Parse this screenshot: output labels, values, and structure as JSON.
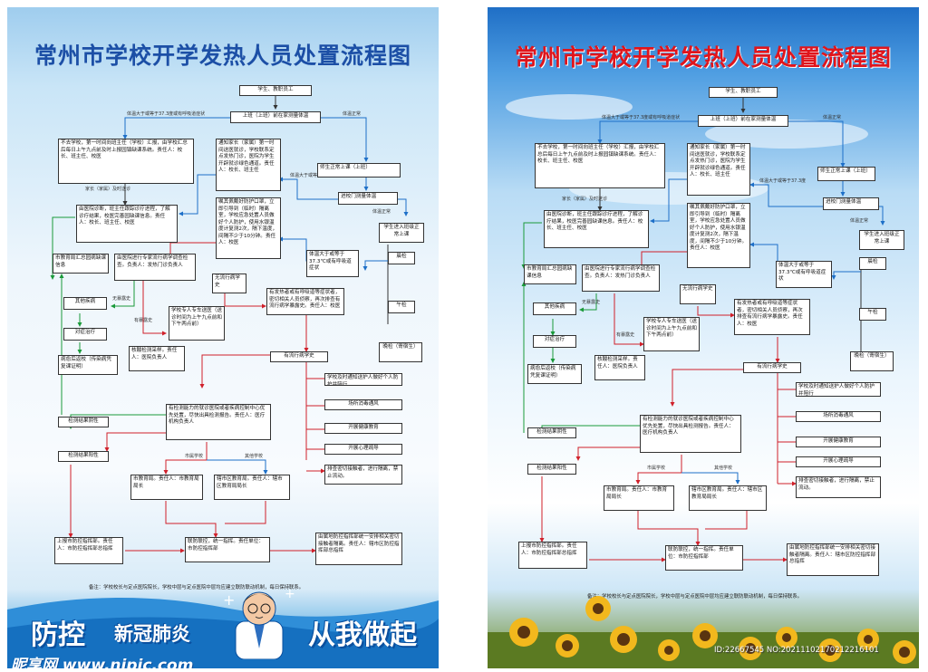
{
  "title": "常州市学校开学发热人员处置流程图",
  "boxes": {
    "start": "学生、教职员工",
    "school": "上班（上班）前在家测量体温",
    "notify": "不去学校，第一时间向班主任（学校）汇报，由学校汇总后每日上午九点前及时上报园镇缺课系统。责任人：校长、班主任、校医",
    "parent": "通知家长（家属）第一时间送医就诊，学校联系定点发热门诊，医院为学生开辟就诊绿色通道。责任人：校长、班主任",
    "normal": "师生正常上课（上班）",
    "gate": "进校门测量体温",
    "enter": "学生进入班级正常上课",
    "hospital": "由医院诊断，班主任跟踪诊疗进程，了解诊疗结果，校医完善园缺课信息。责任人：校长、班主任、校医",
    "isolate": "嘱其佩戴好防护口罩，立即引导到（临时）隔离室，学校应急处置人员做好个人防护，使用水银温度计复测2次，隔下温度，间隔不少于10分钟。责任人：校医",
    "fever": "体温大于或等于37.3℃或有呼吸道症状",
    "morning": "晨检",
    "noon": "午检",
    "evening": "晚检（寄宿生）",
    "report": "市教育局汇总园病缺课信息",
    "cdc": "由医院进行专家流行病学调查检查。负责人：发热门诊负责人",
    "other": "其他疾病",
    "treat": "对症治疗",
    "back": "病愈后返校（传染病凭复课证明）",
    "nohistory": "无流行病学史",
    "escort": "学校专人专车送医（送诊时间为上午九点前和下午两点前）",
    "suspect": "有发热者或有呼吸道等症状者，密切相关人员侦察，再次排查有流行病学暴露史。责任人：校医",
    "hashistory": "有流行病学史",
    "nucleic": "核酸检测采样。责任人：医院负责人",
    "tasks": [
      "学校及时通知送护人做好个人防护并陪行",
      "场所消毒通风",
      "开展健康教育",
      "开展心理疏导",
      "排查密切接触者，进行隔离，禁止流动。"
    ],
    "cdc2": "有检测能力的就诊医院或者疾病控制中心优先处置，尽快出具检测报告。责任人：医疗机构负责人",
    "negative": "检测结果阴性",
    "positive": "检测结果阳性",
    "city": "市教育局。责任人：市教育局局长",
    "district": "辖市区教育局。责任人：辖市区教育局局长",
    "command": "上报市防控指挥部。责任人：市防控指挥部总指挥",
    "joint": "联防联控，统一指挥。责任单位：市防控指挥部",
    "local": "由属地防控指挥部统一安排相关密切接触者隔离。责任人：辖市区防控指挥部总指挥"
  },
  "labels": {
    "fever_path": "体温大于或等于37.3度或有呼吸道症状",
    "normal_path": "体温正常",
    "parent_link": "家长（家属）及时送诊",
    "gate_fever": "体温大于或等于37.3度",
    "gate_normal": "体温正常",
    "no_history": "无暴露史",
    "has_history": "有暴露史",
    "city_school": "市属学校",
    "other_school": "其他学校"
  },
  "note": "备注：学校校长与定点医院院长，学校中层与定点医院中层均应建立联防联动机制，每日保持联系。",
  "slogan": {
    "a": "防控",
    "b": "新冠肺炎",
    "c": "从我做起"
  },
  "watermark": "昵享网 www.nipic.com",
  "photo_id": "ID:22667545 NO:20211102170212216101",
  "colors": {
    "title_a": "#1c4fa6",
    "title_b": "#e0151c",
    "arrow_blue": "#1d6fc8",
    "arrow_red": "#d0202a",
    "arrow_green": "#1a9a3a"
  }
}
